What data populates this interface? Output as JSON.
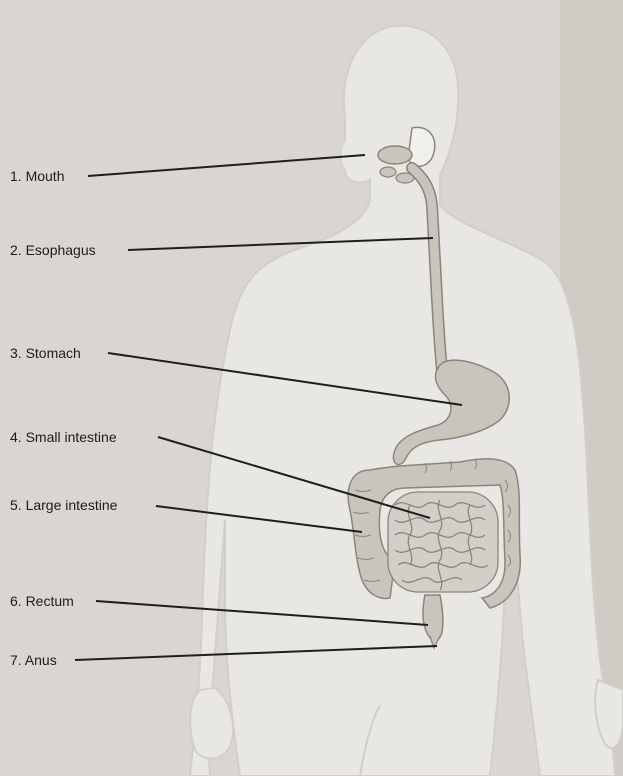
{
  "labels": [
    {
      "id": "mouth",
      "text": "1. Mouth"
    },
    {
      "id": "esophagus",
      "text": "2. Esophagus"
    },
    {
      "id": "stomach",
      "text": "3. Stomach"
    },
    {
      "id": "small-intestine",
      "text": "4. Small intestine"
    },
    {
      "id": "large-intestine",
      "text": "5. Large intestine"
    },
    {
      "id": "rectum",
      "text": "6. Rectum"
    },
    {
      "id": "anus",
      "text": "7. Anus"
    }
  ],
  "colors": {
    "page": "#d9d6d1",
    "body": "#e9e7e3",
    "organ": "#c9c5bd",
    "organ_stroke": "#8a857c",
    "leader": "#1e1e1e",
    "text": "#1c1c1c"
  }
}
